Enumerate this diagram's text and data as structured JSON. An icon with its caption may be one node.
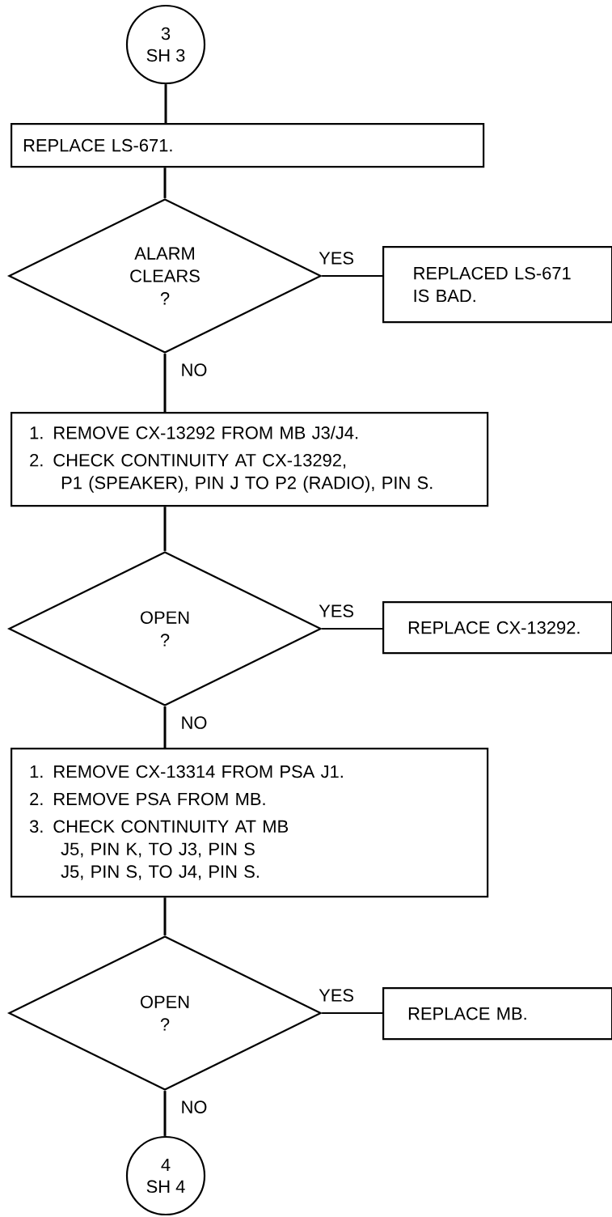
{
  "diagram": {
    "nodes": [
      {
        "text": [
          "3",
          "SH 3"
        ]
      },
      {
        "text": [
          "REPLACE LS-671."
        ]
      },
      {
        "text": [
          "ALARM CLEARS",
          "?"
        ]
      },
      {
        "text": [
          "REPLACED LS-671 IS BAD."
        ]
      },
      {
        "text": [
          "1. REMOVE CX-13292 FROM MB J3/J4.",
          "2. CHECK CONTINUITY AT CX-13292,",
          "P1 (SPEAKER), PIN J TO P2 (RADIO), PIN S."
        ]
      },
      {
        "text": [
          "OPEN",
          "?"
        ]
      },
      {
        "text": [
          "REPLACE CX-13292."
        ]
      },
      {
        "text": [
          "1. REMOVE CX-13314 FROM PSA J1.",
          "2. REMOVE PSA FROM MB.",
          "3. CHECK CONTINUITY AT MB",
          "J5, PIN K, TO J3, PIN S",
          "J5, PIN S, TO J4, PIN S."
        ]
      },
      {
        "text": [
          "OPEN",
          "?"
        ]
      },
      {
        "text": [
          "REPLACE MB."
        ]
      },
      {
        "text": [
          "4",
          "SH 4"
        ]
      }
    ],
    "edges": [
      {
        "from": 0,
        "to": 1,
        "arrow": "none"
      },
      {
        "from": 1,
        "to": 2,
        "arrow": "none"
      },
      {
        "from": 2,
        "to": 3,
        "arrow": "none",
        "label": "YES"
      },
      {
        "from": 2,
        "to": 4,
        "arrow": "none",
        "label": "NO"
      },
      {
        "from": 4,
        "to": 5,
        "arrow": "none"
      },
      {
        "from": 5,
        "to": 6,
        "arrow": "none",
        "label": "YES"
      },
      {
        "from": 5,
        "to": 7,
        "arrow": "none",
        "label": "NO"
      },
      {
        "from": 7,
        "to": 8,
        "arrow": "none"
      },
      {
        "from": 8,
        "to": 9,
        "arrow": "none",
        "label": "YES"
      },
      {
        "from": 8,
        "to": 10,
        "arrow": "none",
        "label": "NO"
      }
    ]
  }
}
